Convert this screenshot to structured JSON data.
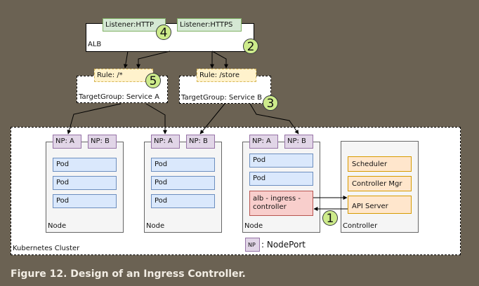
{
  "alb": {
    "label": "ALB",
    "listeners": [
      "Listener:HTTP",
      "Listener:HTTPS"
    ]
  },
  "target_groups": [
    {
      "rule": "Rule: /*",
      "label": "TargetGroup: Service A"
    },
    {
      "rule": "Rule: /store",
      "label": "TargetGroup: Service B"
    }
  ],
  "badges": {
    "one": "1",
    "two": "2",
    "three": "3",
    "four": "4",
    "five": "5"
  },
  "cluster": {
    "label": "Kubernetes Cluster",
    "nodes": [
      {
        "label": "Node",
        "nodeports": [
          "NP: A",
          "NP: B"
        ],
        "pods": [
          "Pod",
          "Pod",
          "Pod"
        ]
      },
      {
        "label": "Node",
        "nodeports": [
          "NP: A",
          "NP: B"
        ],
        "pods": [
          "Pod",
          "Pod",
          "Pod"
        ]
      },
      {
        "label": "Node",
        "nodeports": [
          "NP: A",
          "NP: B"
        ],
        "pods": [
          "Pod",
          "Pod"
        ],
        "ingress_controller": "alb - ingress - controller"
      }
    ],
    "controller": {
      "label": "Controller",
      "components": [
        "Scheduler",
        "Controller Mgr",
        "API Server"
      ]
    },
    "legend": {
      "abbr": "NP",
      "text": ": NodePort"
    }
  },
  "caption": "Figure 12. Design of an Ingress Controller.",
  "colors": {
    "background": "#6b6253",
    "listener_fill": "#d5e8d4",
    "rule_fill": "#fff2cc",
    "nodeport_fill": "#e1d5e7",
    "pod_fill": "#dae8fc",
    "component_fill": "#ffe6cc",
    "ingress_controller_fill": "#f8cecc",
    "badge_fill": "#cdeb8b"
  }
}
